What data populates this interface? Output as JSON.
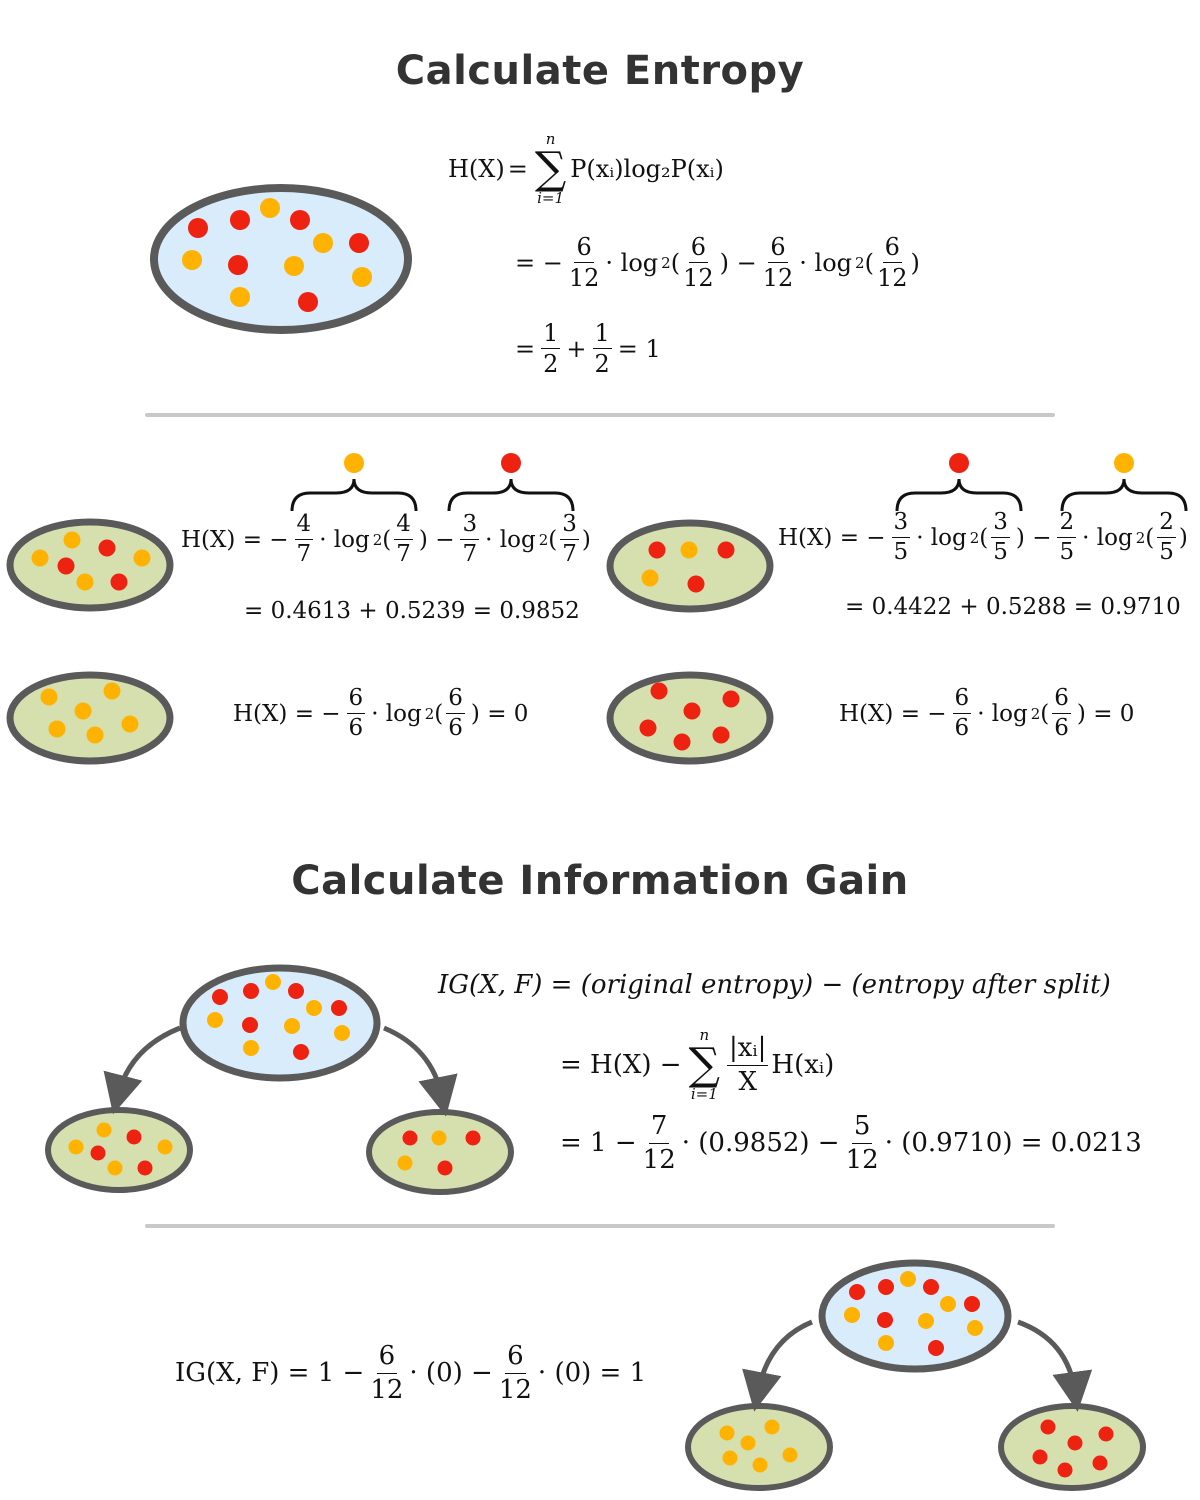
{
  "titles": {
    "entropy": "Calculate Entropy",
    "info_gain": "Calculate Information Gain"
  },
  "colors": {
    "red_dot": "#ee2211",
    "yellow_dot": "#ffb300",
    "blue_fill": "#d8ecfb",
    "green_fill": "#d6dfae",
    "outline": "#5a5a5a",
    "divider": "#c8c8c8"
  },
  "entropy_main": {
    "line1": {
      "lhs": "H(X)",
      "op": "=",
      "sum_top": "n",
      "sum_bot": "i=1",
      "rhs": "P(xᵢ)log₂P(xᵢ)"
    },
    "line2": {
      "eq": "= −",
      "f1n": "6",
      "f1d": "12",
      "dot1": "· log",
      "sub1": "2",
      "open1": "(",
      "f2n": "6",
      "f2d": "12",
      "close1": ") −",
      "f3n": "6",
      "f3d": "12",
      "dot2": "· log",
      "sub2": "2",
      "open2": "(",
      "f4n": "6",
      "f4d": "12",
      "close2": ")"
    },
    "line3": {
      "eq": "=",
      "f1n": "1",
      "f1d": "2",
      "plus": "+",
      "f2n": "1",
      "f2d": "2",
      "result": "= 1"
    }
  },
  "entropy_split_left": {
    "lhs": "H(X) = −",
    "f1n": "4",
    "f1d": "7",
    "log1": "· log",
    "sub1": "2",
    "open1": "(",
    "f2n": "4",
    "f2d": "7",
    "mid": ") −",
    "f3n": "3",
    "f3d": "7",
    "log2": "· log",
    "sub2": "2",
    "open2": "(",
    "f4n": "3",
    "f4d": "7",
    "close": ")",
    "result": "= 0.4613 + 0.5239 = 0.9852"
  },
  "entropy_split_right": {
    "lhs": "H(X) = −",
    "f1n": "3",
    "f1d": "5",
    "log1": "· log",
    "sub1": "2",
    "open1": "(",
    "f2n": "3",
    "f2d": "5",
    "mid": ") −",
    "f3n": "2",
    "f3d": "5",
    "log2": "· log",
    "sub2": "2",
    "open2": "(",
    "f4n": "2",
    "f4d": "5",
    "close": ")",
    "result": "= 0.4422 + 0.5288 = 0.9710"
  },
  "entropy_pure_left": {
    "lhs": "H(X) = −",
    "f1n": "6",
    "f1d": "6",
    "log": "· log",
    "sub": "2",
    "open": "(",
    "f2n": "6",
    "f2d": "6",
    "close": ") = 0"
  },
  "entropy_pure_right": {
    "lhs": "H(X) = −",
    "f1n": "6",
    "f1d": "6",
    "log": "· log",
    "sub": "2",
    "open": "(",
    "f2n": "6",
    "f2d": "6",
    "close": ") = 0"
  },
  "info_gain": {
    "line1": "IG(X, F) = (original  entropy) − (entropy  after  split)",
    "line2": {
      "eq": "= H(X) −",
      "sum_top": "n",
      "sum_bot": "i=1",
      "fn": "|xᵢ|",
      "fd": "X",
      "rhs": "H(xᵢ)"
    },
    "line3": {
      "eq": "= 1 −",
      "f1n": "7",
      "f1d": "12",
      "mid1": "· (0.9852) −",
      "f2n": "5",
      "f2d": "12",
      "mid2": "· (0.9710) = 0.0213"
    }
  },
  "info_gain_pure": {
    "lhs": "IG(X, F) = 1 −",
    "f1n": "6",
    "f1d": "12",
    "mid": "· (0) −",
    "f2n": "6",
    "f2d": "12",
    "end": "· (0) = 1"
  }
}
